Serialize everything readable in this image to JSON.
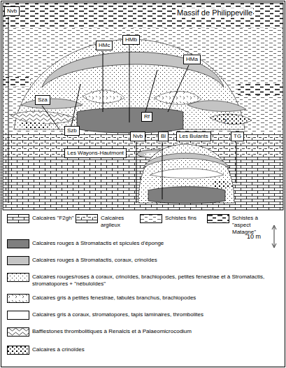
{
  "diagram": {
    "nodes": [
      {
        "text": [
          "Nvb"
        ]
      },
      {
        "text": [
          "HMc"
        ]
      },
      {
        "text": [
          "HMb"
        ]
      },
      {
        "text": [
          "HMa"
        ]
      },
      {
        "text": [
          "Sza"
        ]
      },
      {
        "text": [
          "Szb"
        ]
      },
      {
        "text": [
          "Rf"
        ]
      },
      {
        "text": [
          "Les Wayons-Hautmont"
        ]
      },
      {
        "text": [
          "Nvb"
        ]
      },
      {
        "text": [
          "Bl"
        ]
      },
      {
        "text": [
          "Les Bulants"
        ]
      },
      {
        "text": [
          "TG"
        ]
      }
    ],
    "labels": [
      "Massif de Philippeville",
      "?",
      "10 m"
    ],
    "legend": [
      {
        "text": "Calcaires \"F2gh\""
      },
      {
        "text": "Calcaires argileux"
      },
      {
        "text": "Schistes fins"
      },
      {
        "text": "Schistes à \"aspect Matagne\""
      },
      {
        "text": "Calcaires rouges à Stromatactis et spicules d'éponge",
        "color": "#7f7f7f"
      },
      {
        "text": "Calcaires rouges à Stromatactis, coraux, crinoïdes",
        "color": "#c4c4c4"
      },
      {
        "text": "Calcaires rouges/roses à coraux, crinoïdes, brachiopodes, petites fenestrae et à Stromatactis, stromatopores + \"nébuloïdes\""
      },
      {
        "text": "Calcaires gris à petites fenestrae, tabulés branchus, brachiopodes"
      },
      {
        "text": "Calcaires gris à coraux, stromatopores, tapis laminaires, thrombolites",
        "color": "#ffffff"
      },
      {
        "text": "Bafflestones thrombolitiques à Renalcis et à Palaeomicrocodium"
      },
      {
        "text": "Calcaires à crinoïdes"
      }
    ]
  }
}
